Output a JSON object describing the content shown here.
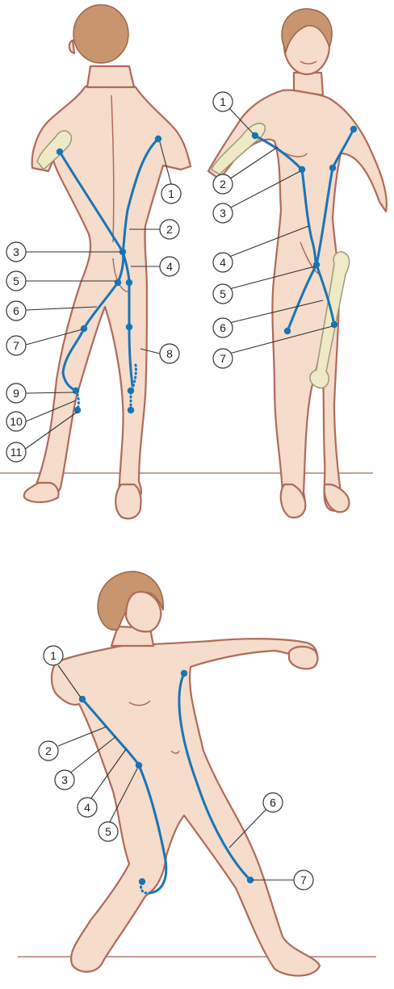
{
  "figures": [
    {
      "id": "back-view",
      "callouts": [
        "1",
        "2",
        "3",
        "4",
        "5",
        "6",
        "7",
        "8",
        "9",
        "10",
        "11"
      ]
    },
    {
      "id": "front-view",
      "callouts": [
        "1",
        "2",
        "3",
        "4",
        "5",
        "6",
        "7"
      ]
    },
    {
      "id": "side-view",
      "callouts": [
        "1",
        "2",
        "3",
        "4",
        "5",
        "6",
        "7"
      ]
    }
  ],
  "colors": {
    "skin": "#f5dccb",
    "outline": "#b06a5a",
    "hair": "#c8956e",
    "meridian": "#1875b8",
    "bone": "#eee9c6",
    "ground": "#b87a70"
  }
}
